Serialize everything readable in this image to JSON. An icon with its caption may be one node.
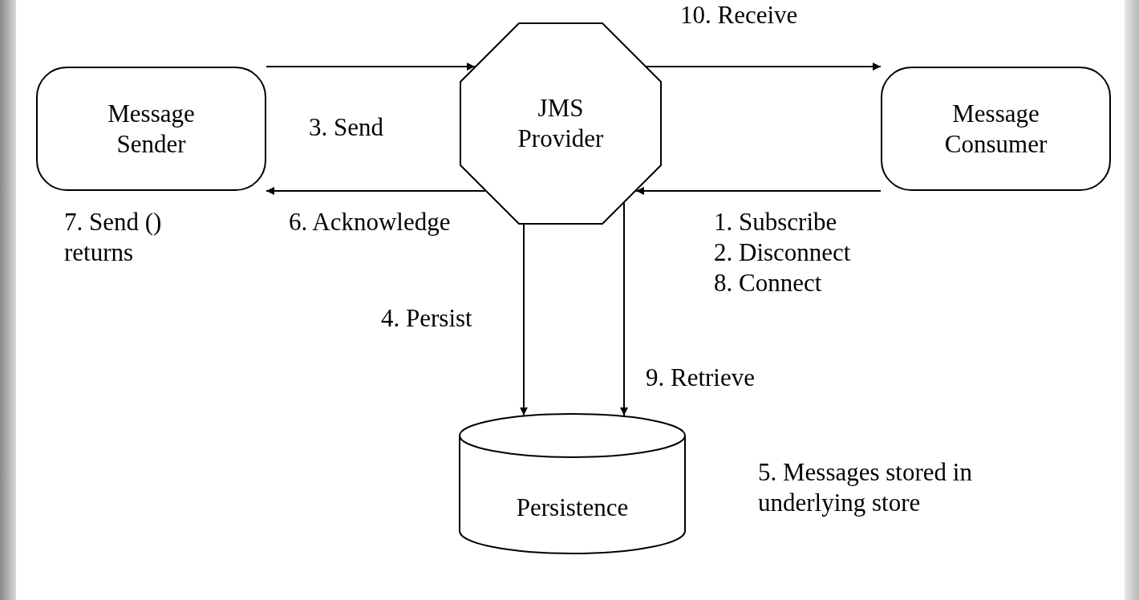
{
  "diagram": {
    "nodes": [
      {
        "text": [
          "Message Sender"
        ],
        "beside": [
          "7. Send () returns"
        ]
      },
      {
        "text": [
          "JMS Provider"
        ]
      },
      {
        "text": [
          "Message Consumer"
        ]
      },
      {
        "text": [
          "Persistence"
        ],
        "beside": [
          "5. Messages stored in underlying store"
        ]
      }
    ],
    "edges": [
      {
        "from": 0,
        "to": 1,
        "arrow": "to",
        "label": "3. Send"
      },
      {
        "from": 1,
        "to": 0,
        "arrow": "to",
        "label": "6. Acknowledge"
      },
      {
        "from": 1,
        "to": 2,
        "arrow": "to",
        "label": "10. Receive"
      },
      {
        "from": 2,
        "to": 1,
        "arrow": "to"
      },
      {
        "from": 1,
        "to": 3,
        "arrow": "to",
        "label": "4. Persist"
      },
      {
        "from": 1,
        "to": 3,
        "arrow": "to",
        "label": "9. Retrieve"
      }
    ],
    "labels": [
      "1. Subscribe",
      "2. Disconnect",
      "8. Connect"
    ]
  }
}
